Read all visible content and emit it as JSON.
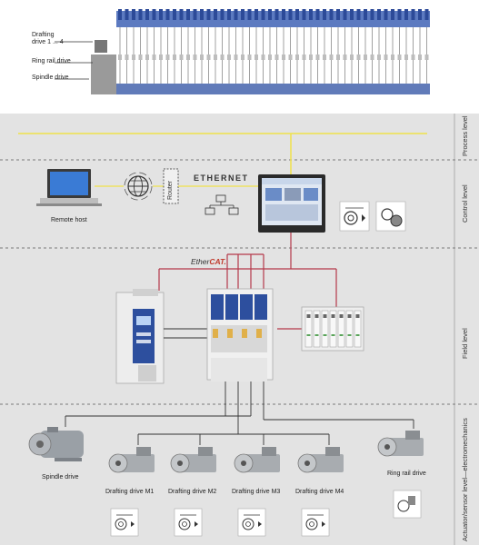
{
  "machine": {
    "label_drafting": "Drafting drive 1 ... 4",
    "label_ring_rail": "Ring rail drive",
    "label_spindle": "Spindle drive"
  },
  "levels": {
    "process": "Process level",
    "control": "Control level",
    "field": "Field level",
    "actuator": "Actuator/sensor level—electromechanics"
  },
  "control": {
    "remote_host": "Remote host",
    "router": "Router",
    "ethernet": "ETHERNET"
  },
  "field": {
    "ethercat_prefix": "Ether",
    "ethercat_suffix": "CAT."
  },
  "actuators": {
    "spindle_drive": "Spindle drive",
    "drafting_m1": "Drafting drive M1",
    "drafting_m2": "Drafting drive M2",
    "drafting_m3": "Drafting drive M3",
    "drafting_m4": "Drafting drive M4",
    "ring_rail_drive": "Ring rail drive"
  },
  "colors": {
    "band": "#e3e3e3",
    "process_line": "#f0e14a",
    "bus_line": "#b5384a",
    "drive_line": "#333333",
    "accent_blue": "#2d4f9e"
  }
}
